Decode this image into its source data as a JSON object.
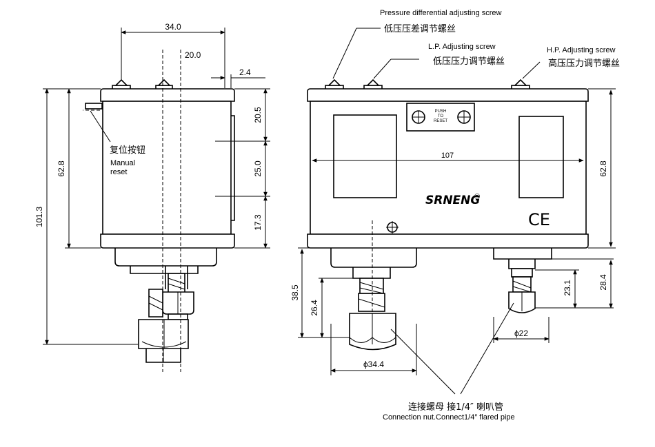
{
  "side_view": {
    "dim_top_width": "34.0",
    "dim_center": "20.0",
    "dim_offset": "2.4",
    "dim_upper": "20.5",
    "dim_middle": "25.0",
    "dim_lower": "17.3",
    "dim_body_height": "62.8",
    "dim_total_height": "101.3",
    "reset_label_cn": "复位按钮",
    "reset_label_en_1": "Manual",
    "reset_label_en_2": "reset"
  },
  "front_view": {
    "diff_screw_en": "Pressure differential adjusting screw",
    "diff_screw_cn": "低压压差调节螺丝",
    "lp_screw_en": "L.P. Adjusting screw",
    "lp_screw_cn": "低压压力调节螺丝",
    "hp_screw_en": "H.P. Adjusting screw",
    "hp_screw_cn": "高压压力调节螺丝",
    "push_1": "PUSH",
    "push_2": "TO",
    "push_3": "RESET",
    "dim_width": "107",
    "dim_height": "62.8",
    "brand": "SRNENG",
    "brand_mark": "®",
    "ce_mark": "CE",
    "dim_lp_fitting_total": "38.5",
    "dim_lp_fitting_inner": "26.4",
    "dim_lp_diameter": "ϕ34.4",
    "dim_hp_fitting_total": "28.4",
    "dim_hp_fitting_inner": "23.1",
    "dim_hp_diameter": "ϕ22",
    "connection_cn": "连接螺母 接1/4″ 喇叭管",
    "connection_en": "Connection nut.Connect1/4″  flared pipe"
  }
}
